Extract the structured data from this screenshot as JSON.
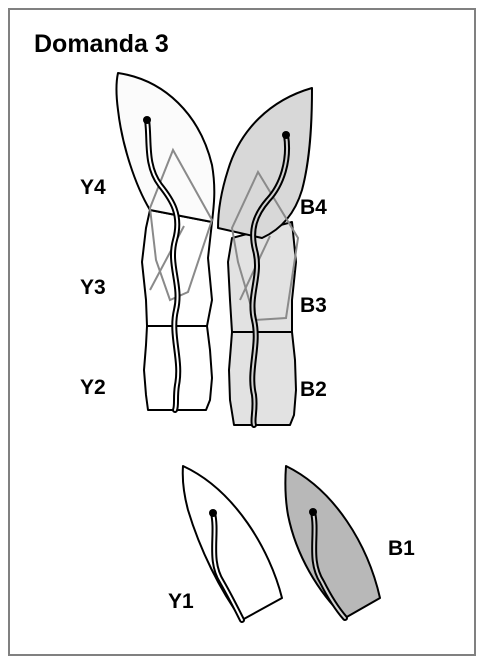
{
  "title": "Domanda 3",
  "labels": {
    "y4": "Y4",
    "y3": "Y3",
    "y2": "Y2",
    "y1": "Y1",
    "b4": "B4",
    "b3": "B3",
    "b2": "B2",
    "b1": "B1"
  },
  "colors": {
    "frame": "#808080",
    "yellow_fill": "#ffffff",
    "yellow_tip_fill": "#fbfbfb",
    "blue_fill": "#e2e2e2",
    "blue_tip_fill": "#d8d8d8",
    "b1_fill": "#b8b8b8",
    "outline": "#000000",
    "ghost_outline": "#8a8a8a"
  }
}
